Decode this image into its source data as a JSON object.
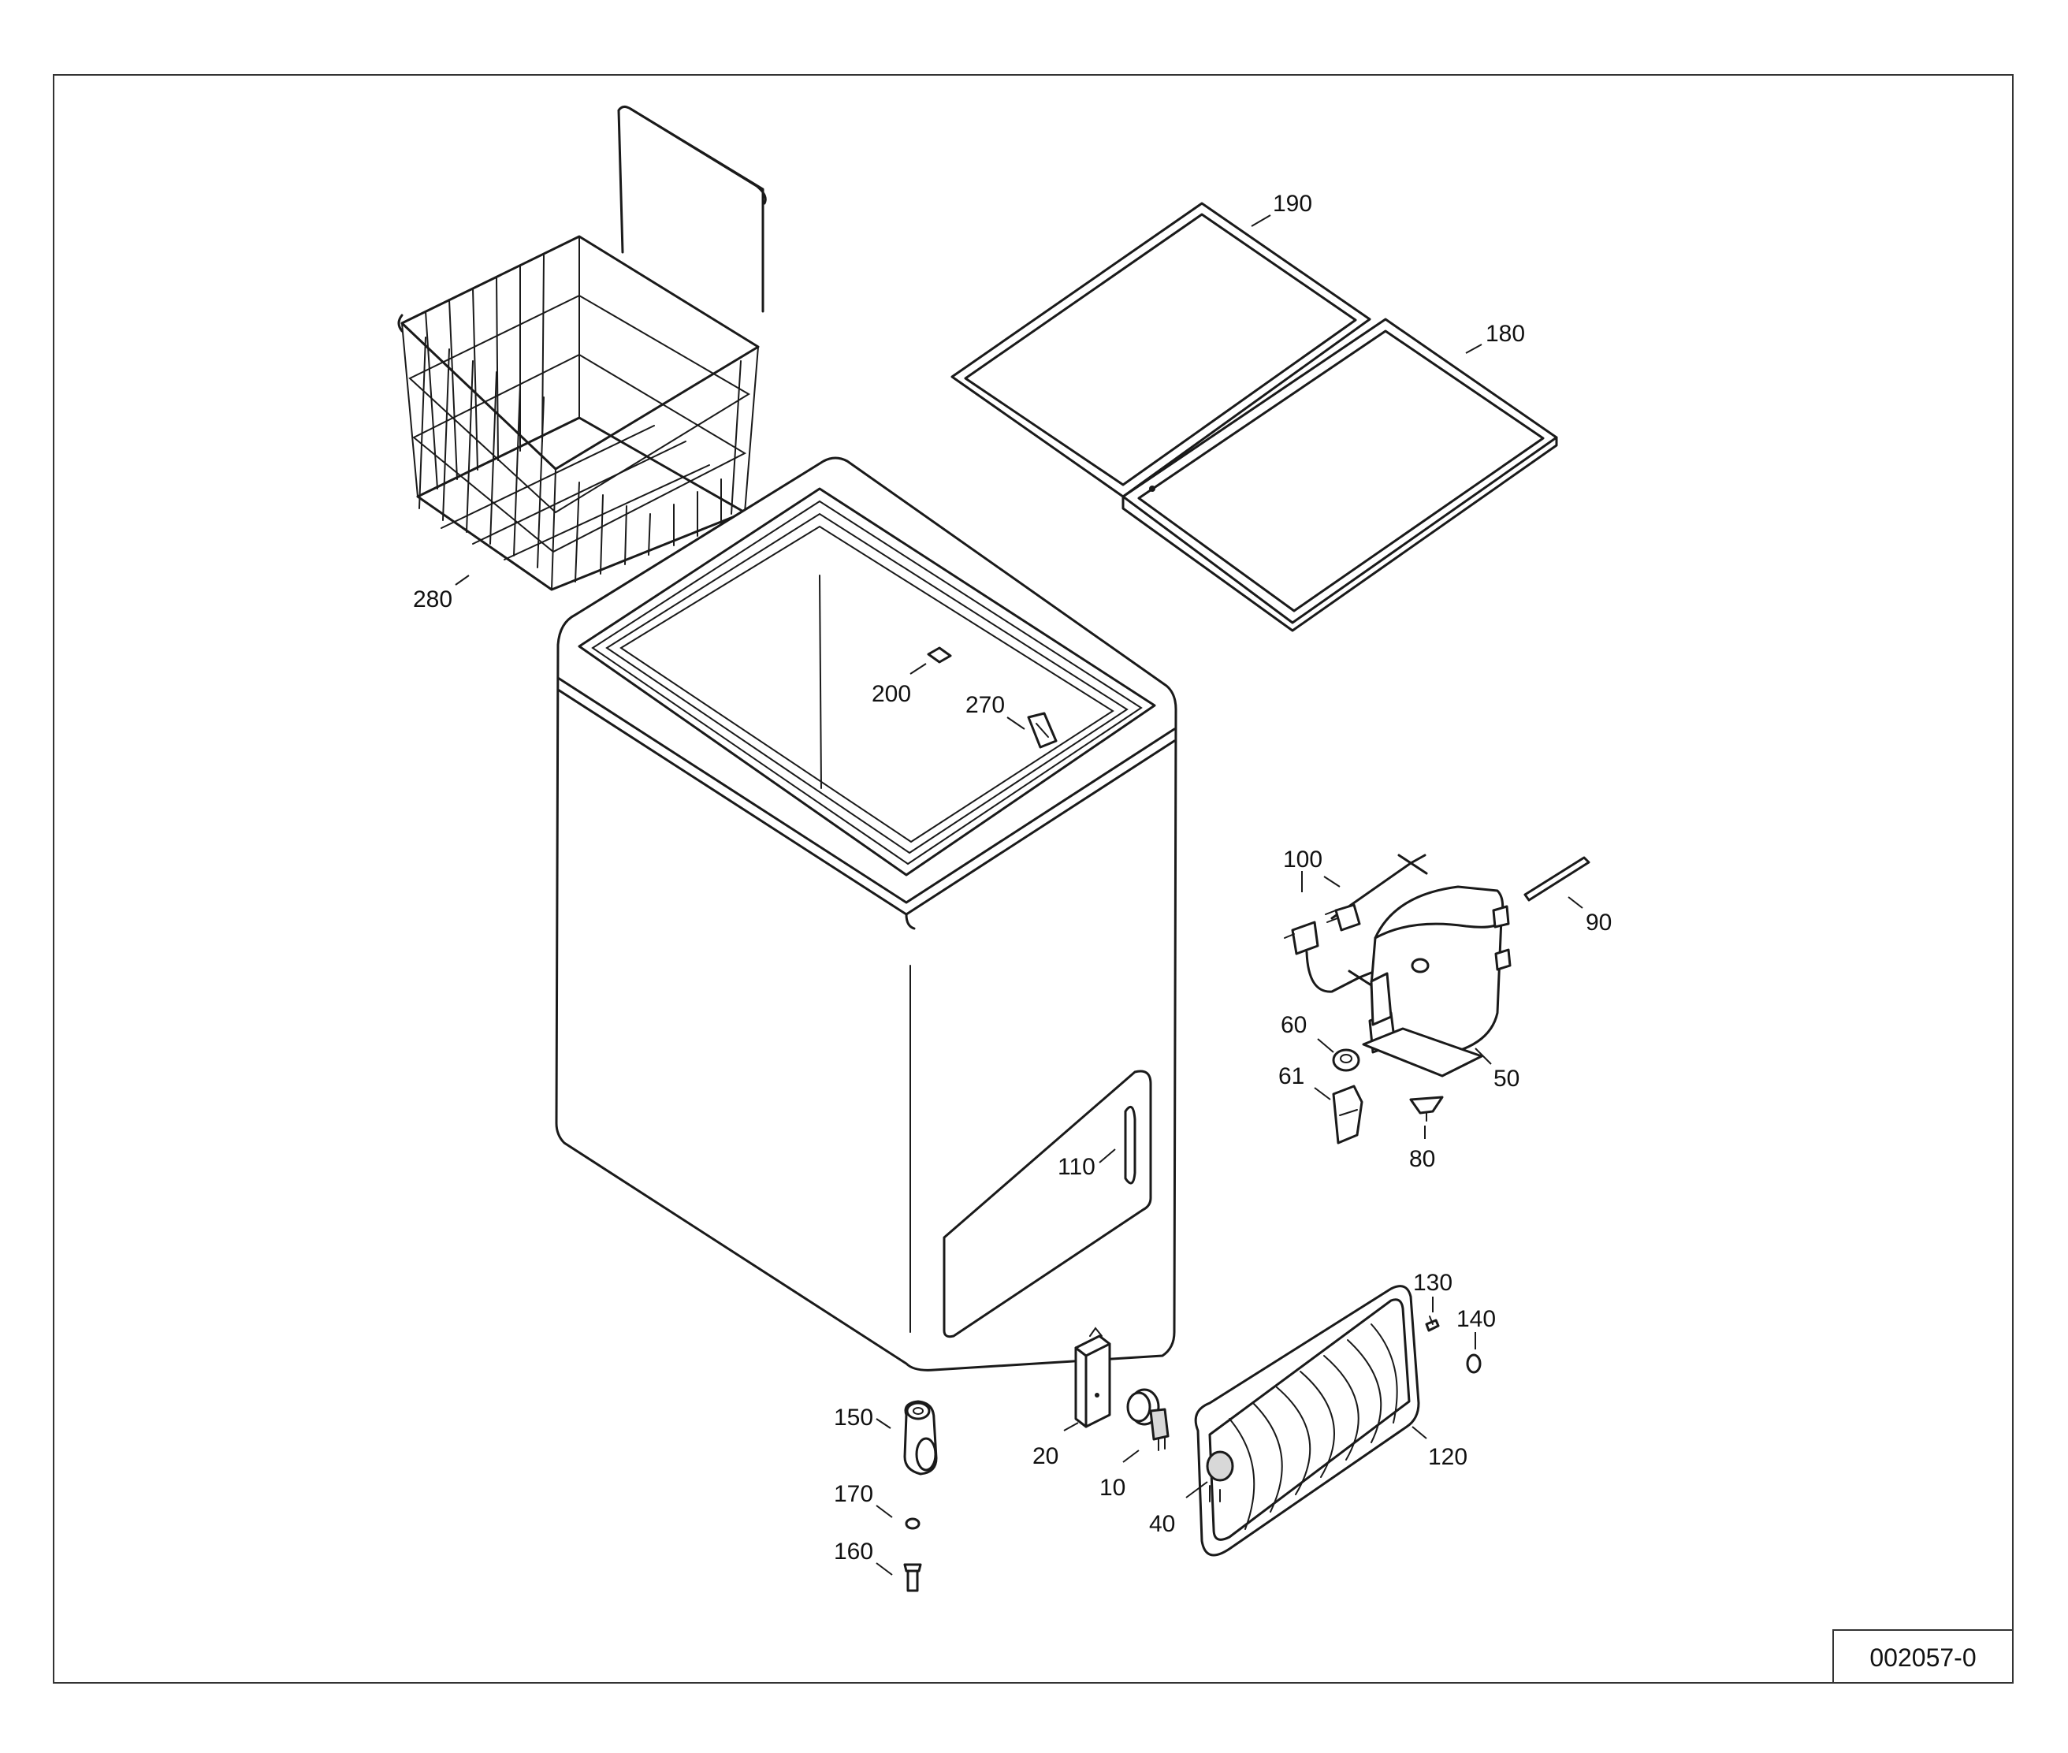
{
  "drawing_number": "002057-0",
  "parts": [
    {
      "id": "190",
      "label": "190"
    },
    {
      "id": "180",
      "label": "180"
    },
    {
      "id": "280",
      "label": "280"
    },
    {
      "id": "200",
      "label": "200"
    },
    {
      "id": "270",
      "label": "270"
    },
    {
      "id": "100",
      "label": "100"
    },
    {
      "id": "90",
      "label": "90"
    },
    {
      "id": "60",
      "label": "60"
    },
    {
      "id": "61",
      "label": "61"
    },
    {
      "id": "50",
      "label": "50"
    },
    {
      "id": "80",
      "label": "80"
    },
    {
      "id": "110",
      "label": "110"
    },
    {
      "id": "130",
      "label": "130"
    },
    {
      "id": "140",
      "label": "140"
    },
    {
      "id": "150",
      "label": "150"
    },
    {
      "id": "20",
      "label": "20"
    },
    {
      "id": "10",
      "label": "10"
    },
    {
      "id": "120",
      "label": "120"
    },
    {
      "id": "170",
      "label": "170"
    },
    {
      "id": "40",
      "label": "40"
    },
    {
      "id": "160",
      "label": "160"
    }
  ]
}
